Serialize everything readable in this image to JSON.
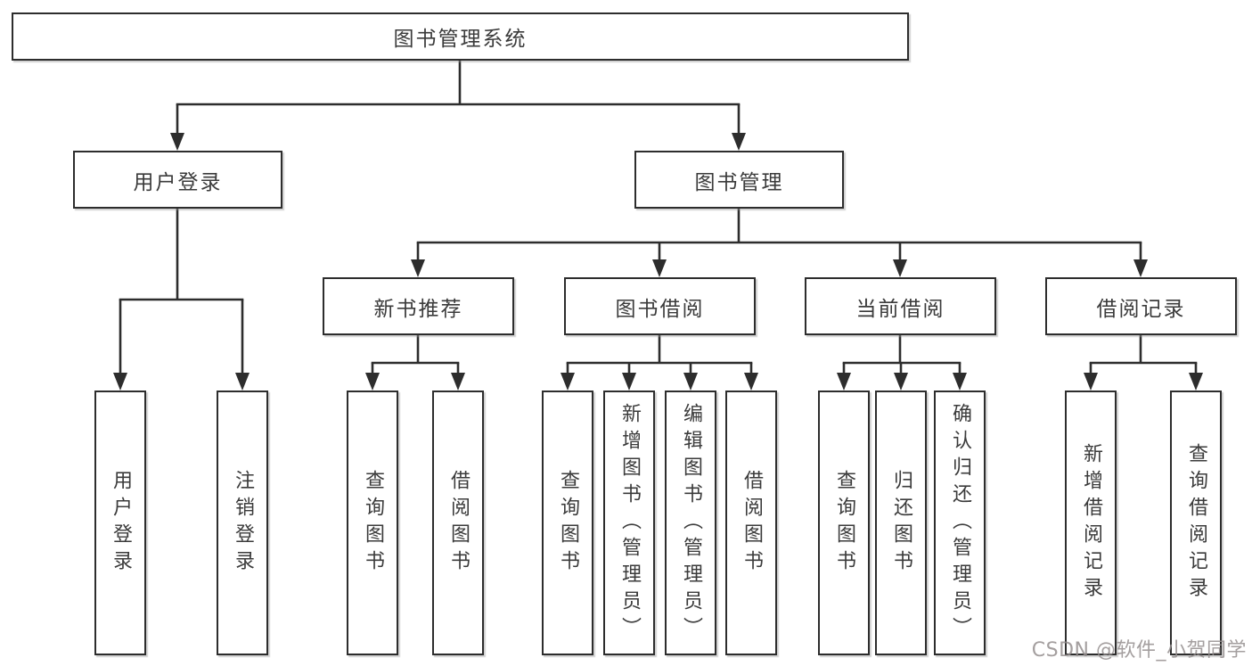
{
  "diagram_title": "图书管理系统",
  "nodes": {
    "root": "图书管理系统",
    "user_login": "用户登录",
    "book_mgmt": "图书管理",
    "new_book_rec": "新书推荐",
    "book_borrow": "图书借阅",
    "current_borrow": "当前借阅",
    "borrow_records": "借阅记录",
    "leaf_user_login": "用户登录",
    "leaf_logout": "注销登录",
    "leaf_query_book_1": "查询图书",
    "leaf_borrow_book_1": "借阅图书",
    "leaf_query_book_2": "查询图书",
    "leaf_add_book": "新增图书（管理员）",
    "leaf_edit_book": "编辑图书（管理员）",
    "leaf_borrow_book_2": "借阅图书",
    "leaf_query_book_3": "查询图书",
    "leaf_return_book": "归还图书",
    "leaf_confirm_return": "确认归还（管理员）",
    "leaf_add_borrow_record": "新增借阅记录",
    "leaf_query_borrow_record": "查询借阅记录"
  },
  "hierarchy": {
    "图书管理系统": {
      "用户登录": [
        "用户登录",
        "注销登录"
      ],
      "图书管理": {
        "新书推荐": [
          "查询图书",
          "借阅图书"
        ],
        "图书借阅": [
          "查询图书",
          "新增图书（管理员）",
          "编辑图书（管理员）",
          "借阅图书"
        ],
        "当前借阅": [
          "查询图书",
          "归还图书",
          "确认归还（管理员）"
        ],
        "借阅记录": [
          "新增借阅记录",
          "查询借阅记录"
        ]
      }
    }
  },
  "watermark": {
    "text": "CSDN @软件_小贺同学"
  },
  "colors": {
    "stroke": "#2d2d2d",
    "text": "#3b3b3b",
    "box_background": "#ffffff",
    "watermark": "#948e8e",
    "background": "#ffffff"
  }
}
